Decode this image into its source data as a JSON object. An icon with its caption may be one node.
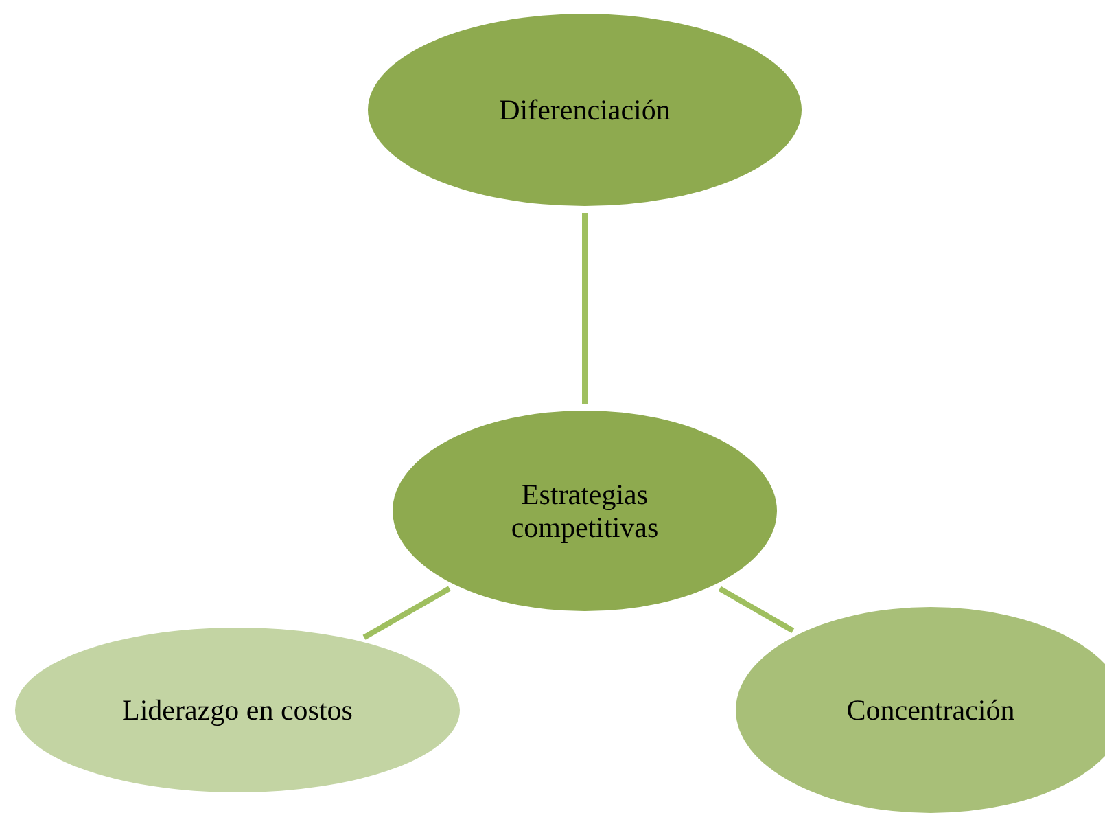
{
  "diagram": {
    "nodes": [
      {
        "text": [
          "Diferenciación"
        ]
      },
      {
        "text": [
          "Estrategias competitivas"
        ]
      },
      {
        "text": [
          "Liderazgo en costos"
        ]
      },
      {
        "text": [
          "Concentración"
        ]
      }
    ],
    "edges": [
      {
        "from": 1,
        "to": 0,
        "arrow": "none"
      },
      {
        "from": 1,
        "to": 2,
        "arrow": "none"
      },
      {
        "from": 1,
        "to": 3,
        "arrow": "none"
      }
    ]
  }
}
